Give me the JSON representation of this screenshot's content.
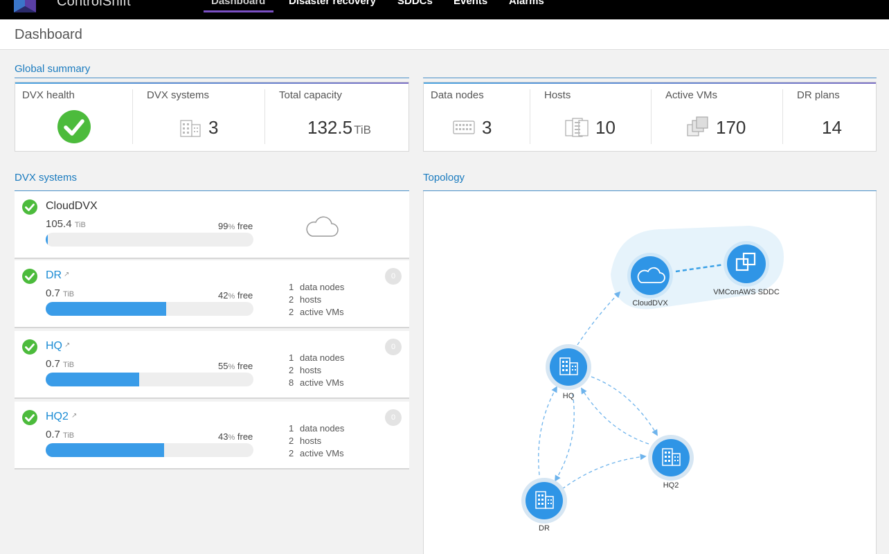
{
  "app": {
    "brand": "ControlShift",
    "nav": [
      {
        "label": "Dashboard",
        "active": true
      },
      {
        "label": "Disaster recovery"
      },
      {
        "label": "SDDCs"
      },
      {
        "label": "Events"
      },
      {
        "label": "Alarms"
      }
    ]
  },
  "page": {
    "title": "Dashboard"
  },
  "global_summary": {
    "title": "Global summary",
    "dvx_health": {
      "label": "DVX health",
      "status": "ok"
    },
    "dvx_systems": {
      "label": "DVX systems",
      "value": "3"
    },
    "total_capacity": {
      "label": "Total capacity",
      "value": "132.5",
      "unit": "TiB"
    },
    "data_nodes": {
      "label": "Data nodes",
      "value": "3"
    },
    "hosts": {
      "label": "Hosts",
      "value": "10"
    },
    "active_vms": {
      "label": "Active VMs",
      "value": "170"
    },
    "dr_plans": {
      "label": "DR plans",
      "value": "14"
    }
  },
  "dvx_systems": {
    "title": "DVX systems",
    "items": [
      {
        "name": "CloudDVX",
        "capacity": "105.4",
        "unit": "TiB",
        "free_pct": "99",
        "free_unit": "%",
        "free_label": "free",
        "fill": 0.01
      },
      {
        "name": "DR",
        "capacity": "0.7",
        "unit": "TiB",
        "free_pct": "42",
        "free_unit": "%",
        "free_label": "free",
        "fill": 0.58,
        "alarms": "0",
        "stats": [
          {
            "n": "1",
            "label": "data nodes"
          },
          {
            "n": "2",
            "label": "hosts"
          },
          {
            "n": "2",
            "label": "active VMs"
          }
        ]
      },
      {
        "name": "HQ",
        "capacity": "0.7",
        "unit": "TiB",
        "free_pct": "55",
        "free_unit": "%",
        "free_label": "free",
        "fill": 0.45,
        "alarms": "0",
        "stats": [
          {
            "n": "1",
            "label": "data nodes"
          },
          {
            "n": "2",
            "label": "hosts"
          },
          {
            "n": "8",
            "label": "active VMs"
          }
        ]
      },
      {
        "name": "HQ2",
        "capacity": "0.7",
        "unit": "TiB",
        "free_pct": "43",
        "free_unit": "%",
        "free_label": "free",
        "fill": 0.57,
        "alarms": "0",
        "stats": [
          {
            "n": "1",
            "label": "data nodes"
          },
          {
            "n": "2",
            "label": "hosts"
          },
          {
            "n": "2",
            "label": "active VMs"
          }
        ]
      }
    ]
  },
  "topology": {
    "title": "Topology",
    "nodes": [
      {
        "id": "clouddvx",
        "label": "CloudDVX"
      },
      {
        "id": "vmc",
        "label": "VMConAWS SDDC"
      },
      {
        "id": "hq",
        "label": "HQ"
      },
      {
        "id": "hq2",
        "label": "HQ2"
      },
      {
        "id": "dr",
        "label": "DR"
      }
    ]
  },
  "colors": {
    "accent": "#1a7bbf",
    "ok": "#4cbb3c",
    "bar": "#3a9ce8",
    "nav_active": "#7a4fc4",
    "node": "#2f95e6"
  }
}
